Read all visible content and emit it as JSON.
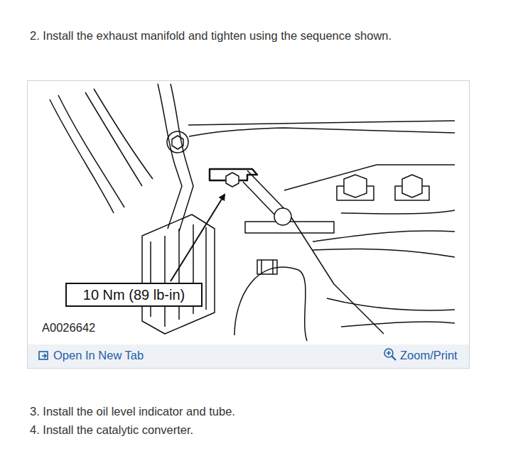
{
  "diagram": {
    "nodes": [
      {
        "text": [
          "10 Nm (89 lb-in)"
        ]
      }
    ],
    "labels": [
      "2. Install the exhaust manifold and tighten using the sequence shown.",
      "A0026642",
      "Open In New Tab",
      "Zoom/Print",
      "3. Install the oil level indicator and tube.",
      "4. Install the catalytic converter."
    ]
  }
}
